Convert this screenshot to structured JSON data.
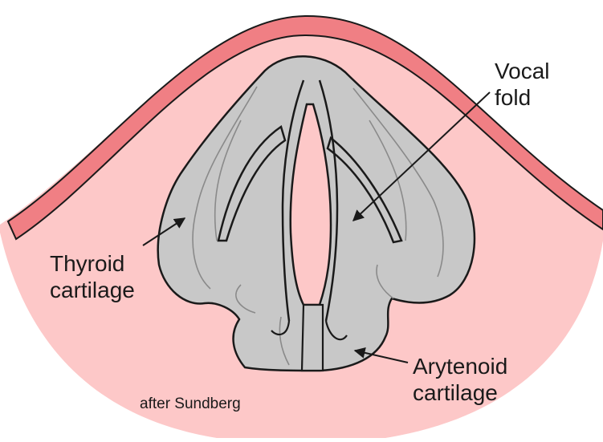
{
  "labels": {
    "vocal_fold": {
      "line1": "Vocal",
      "line2": "fold"
    },
    "thyroid_cartilage": {
      "line1": "Thyroid",
      "line2": "cartilage"
    },
    "arytenoid_cartilage": {
      "line1": "Arytenoid",
      "line2": "cartilage"
    },
    "credit": "after Sundberg"
  },
  "colors": {
    "background_tissue": "#fdc8c8",
    "surface_band": "#f07f84",
    "cartilage_fill": "#c8c8c8",
    "outline": "#1a1a1a",
    "inner_line": "#8a8a8a",
    "glottis": "#fdc8c8"
  }
}
